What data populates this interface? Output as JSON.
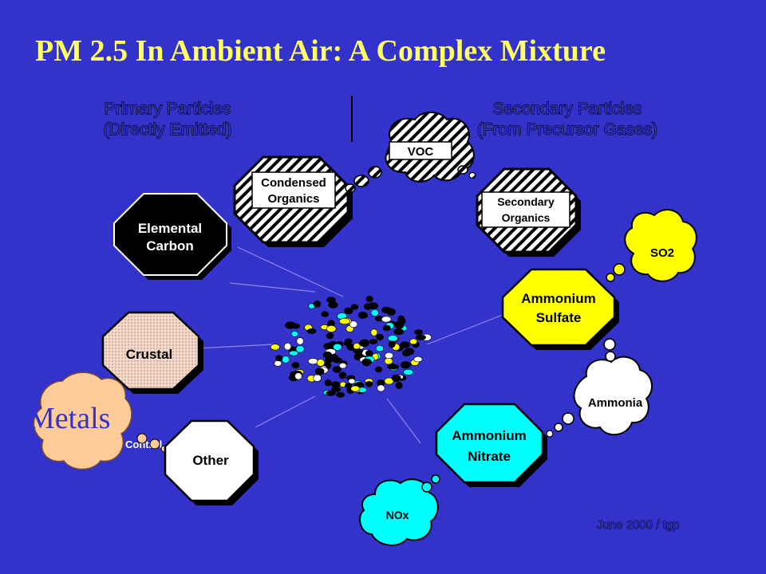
{
  "title": "PM 2.5 In Ambient Air: A Complex Mixture",
  "headers": {
    "primary": [
      "Primary Particles",
      "(Directly Emitted)"
    ],
    "secondary": [
      "Secondary Particles",
      "(From Precursor Gases)"
    ]
  },
  "components": {
    "condensed_organics": [
      "Condensed",
      "Organics"
    ],
    "elemental_carbon": [
      "Elemental",
      "Carbon"
    ],
    "crustal": "Crustal",
    "other": "Other",
    "secondary_organics": [
      "Secondary",
      "Organics"
    ],
    "ammonium_sulfate": [
      "Ammonium",
      "Sulfate"
    ],
    "ammonium_nitrate": [
      "Ammonium",
      "Nitrate"
    ]
  },
  "gases": {
    "voc": "VOC",
    "so2": "SO2",
    "ammonia": "Ammonia",
    "nox": "NOx",
    "metals": "Metals",
    "control": "Control"
  },
  "footer": "June 2000 / tgp",
  "colors": {
    "background": "#3333cc",
    "title": "#ffff66",
    "sulfate": "#ffff00",
    "nitrate": "#00ffff",
    "crustal": "#f3d9c8",
    "metals": "#ffcc99",
    "carbon": "#000000"
  }
}
